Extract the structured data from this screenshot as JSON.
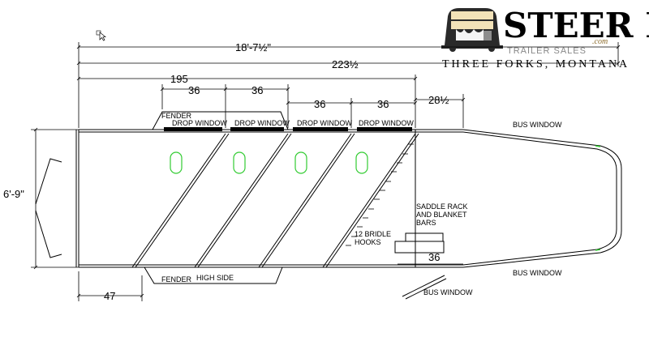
{
  "dimensions": {
    "overall_ft": "18'-7½\"",
    "overall_in": "223½",
    "living_length": "195",
    "stall_1": "36",
    "stall_2": "36",
    "stall_3": "36",
    "stall_4": "36",
    "nose": "28½",
    "width": "6'-9\"",
    "rear": "47",
    "tack_width": "36"
  },
  "labels": {
    "fender_top": "FENDER",
    "drop_window_1": "DROP WINDOW",
    "drop_window_2": "DROP WINDOW",
    "drop_window_3": "DROP WINDOW",
    "drop_window_4": "DROP WINDOW",
    "bus_window_top": "BUS WINDOW",
    "bus_window_bottom": "BUS WINDOW",
    "bus_window_door": "BUS WINDOW",
    "saddle_rack_line1": "SADDLE RACK",
    "saddle_rack_line2": "AND BLANKET",
    "saddle_rack_line3": "BARS",
    "bridle_line1": "12 BRIDLE",
    "bridle_line2": "HOOKS",
    "fender_bottom": "FENDER",
    "high_side": "HIGH SIDE"
  },
  "logo": {
    "name": "STEER IN",
    "domain": ".com",
    "subtitle": "TRAILER SALES",
    "location": "THREE FORKS, MONTANA"
  },
  "colors": {
    "line": "#000000",
    "tie_ring": "#33cc33",
    "logo_sub": "#888888"
  }
}
